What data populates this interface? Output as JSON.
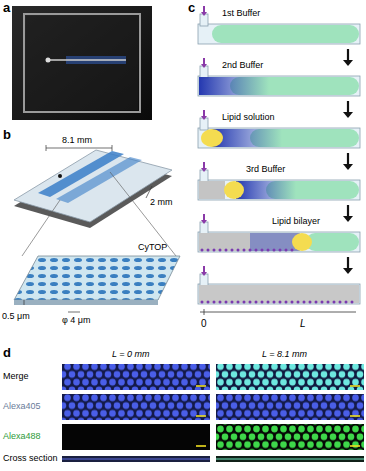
{
  "diagram": {
    "labels": [
      "a",
      "b",
      "8.1 mm",
      "2 mm",
      "CyTOP",
      "0.5 μm",
      "φ 4 μm",
      "c",
      "1st Buffer",
      "2nd Buffer",
      "Lipid solution",
      "3rd Buffer",
      "Lipid bilayer",
      "0",
      "L",
      "d",
      "L = 0 mm",
      "L = 8.1 mm",
      "Merge",
      "Alexa405",
      "Alexa488",
      "Cross section"
    ]
  }
}
